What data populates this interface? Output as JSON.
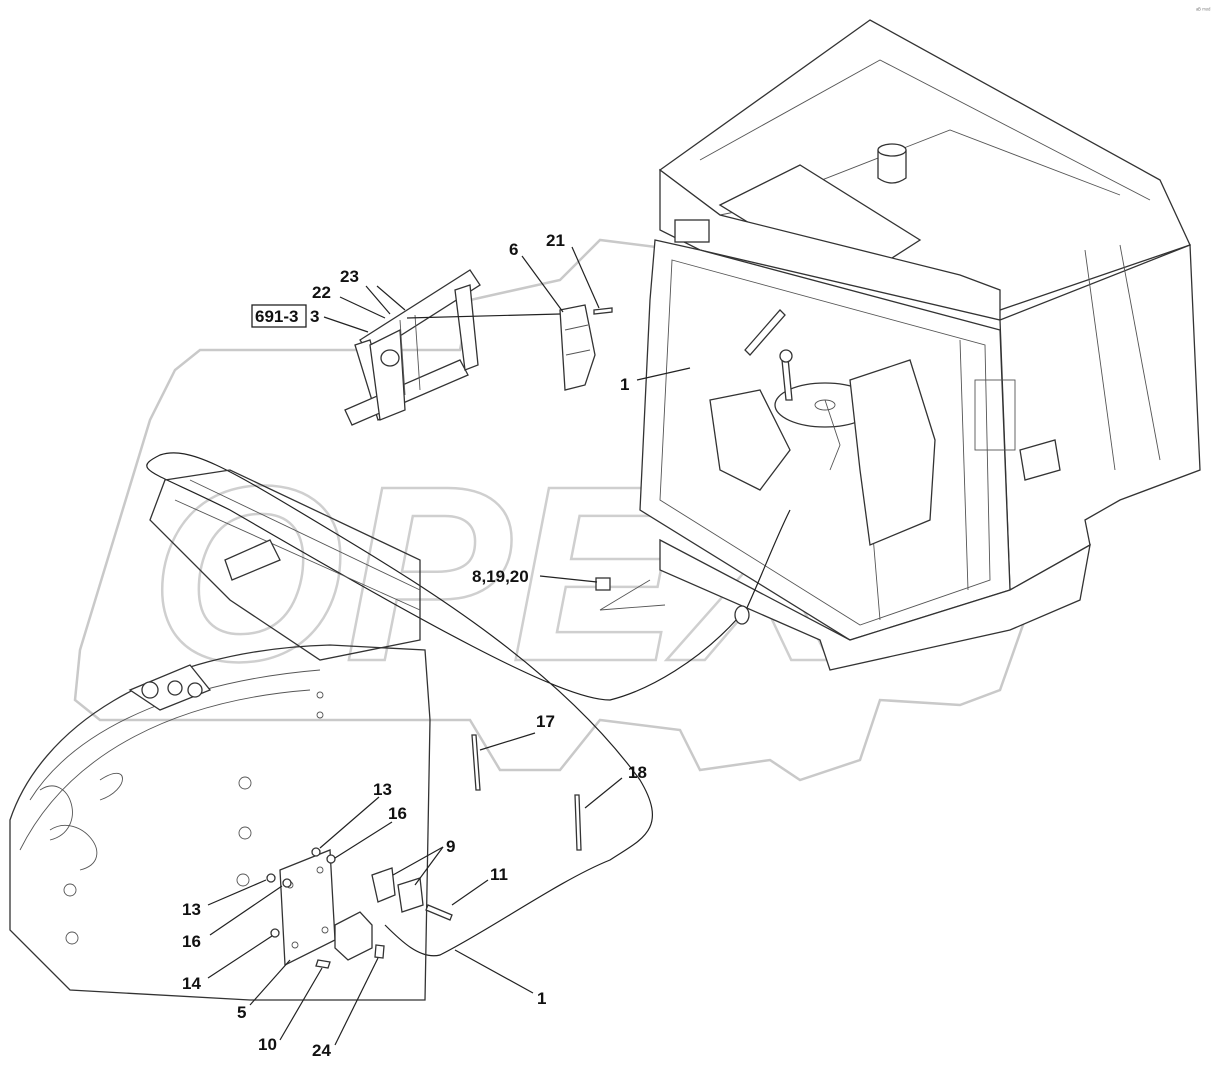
{
  "reference_box": "691-3",
  "corner_mark": "ᵃᴮ ᵐᵒᵈ",
  "watermark_text": "OPEX",
  "callouts": [
    {
      "id": "c-23",
      "text": "23"
    },
    {
      "id": "c-22",
      "text": "22"
    },
    {
      "id": "c-3",
      "text": "3"
    },
    {
      "id": "c-6",
      "text": "6"
    },
    {
      "id": "c-21",
      "text": "21"
    },
    {
      "id": "c-1-top",
      "text": "1"
    },
    {
      "id": "c-8-19-20",
      "text": "8,19,20"
    },
    {
      "id": "c-17",
      "text": "17"
    },
    {
      "id": "c-18",
      "text": "18"
    },
    {
      "id": "c-13-a",
      "text": "13"
    },
    {
      "id": "c-16-a",
      "text": "16"
    },
    {
      "id": "c-9",
      "text": "9"
    },
    {
      "id": "c-11",
      "text": "11"
    },
    {
      "id": "c-13-b",
      "text": "13"
    },
    {
      "id": "c-16-b",
      "text": "16"
    },
    {
      "id": "c-14",
      "text": "14"
    },
    {
      "id": "c-5",
      "text": "5"
    },
    {
      "id": "c-10",
      "text": "10"
    },
    {
      "id": "c-24",
      "text": "24"
    },
    {
      "id": "c-1-bottom",
      "text": "1"
    }
  ]
}
